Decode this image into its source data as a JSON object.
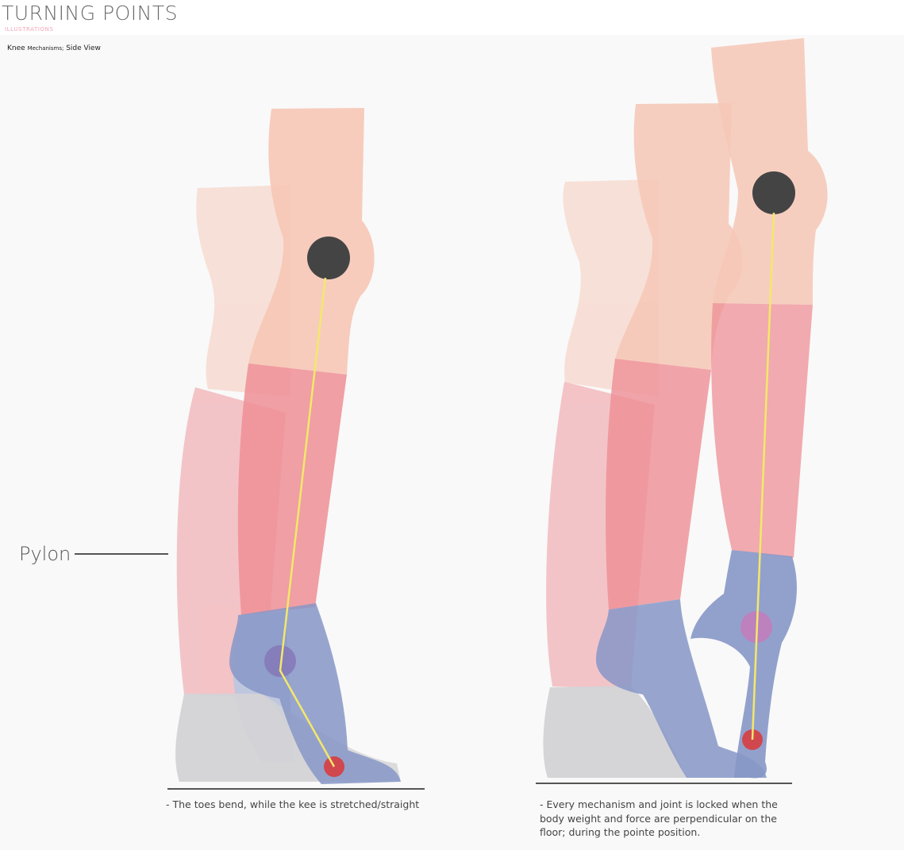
{
  "header": {
    "title": "TURNING POINTS",
    "subtitle": "ILLUSTRATIONS"
  },
  "figure": {
    "caption_main": "Knee",
    "caption_small": "Mechanisms;",
    "caption_view": "Side View",
    "pylon_label": "Pylon",
    "note_left": "- The toes bend, while the kee is stretched/straight",
    "note_right": "- Every mechanism and joint is locked when the body weight and force are perpendicular on the floor; during the pointe position."
  },
  "colors": {
    "thigh": "#f6c7b6",
    "calf": "#ee8f95",
    "shoe": "#8697c7",
    "block": "#d3d3d6",
    "knee_joint": "#444444",
    "ankle_joint_left": "#8577b8",
    "ankle_joint_right": "#c47bbb",
    "toe_joint": "#d0474e",
    "force_line": "#f3e86a",
    "ground": "#555555"
  }
}
